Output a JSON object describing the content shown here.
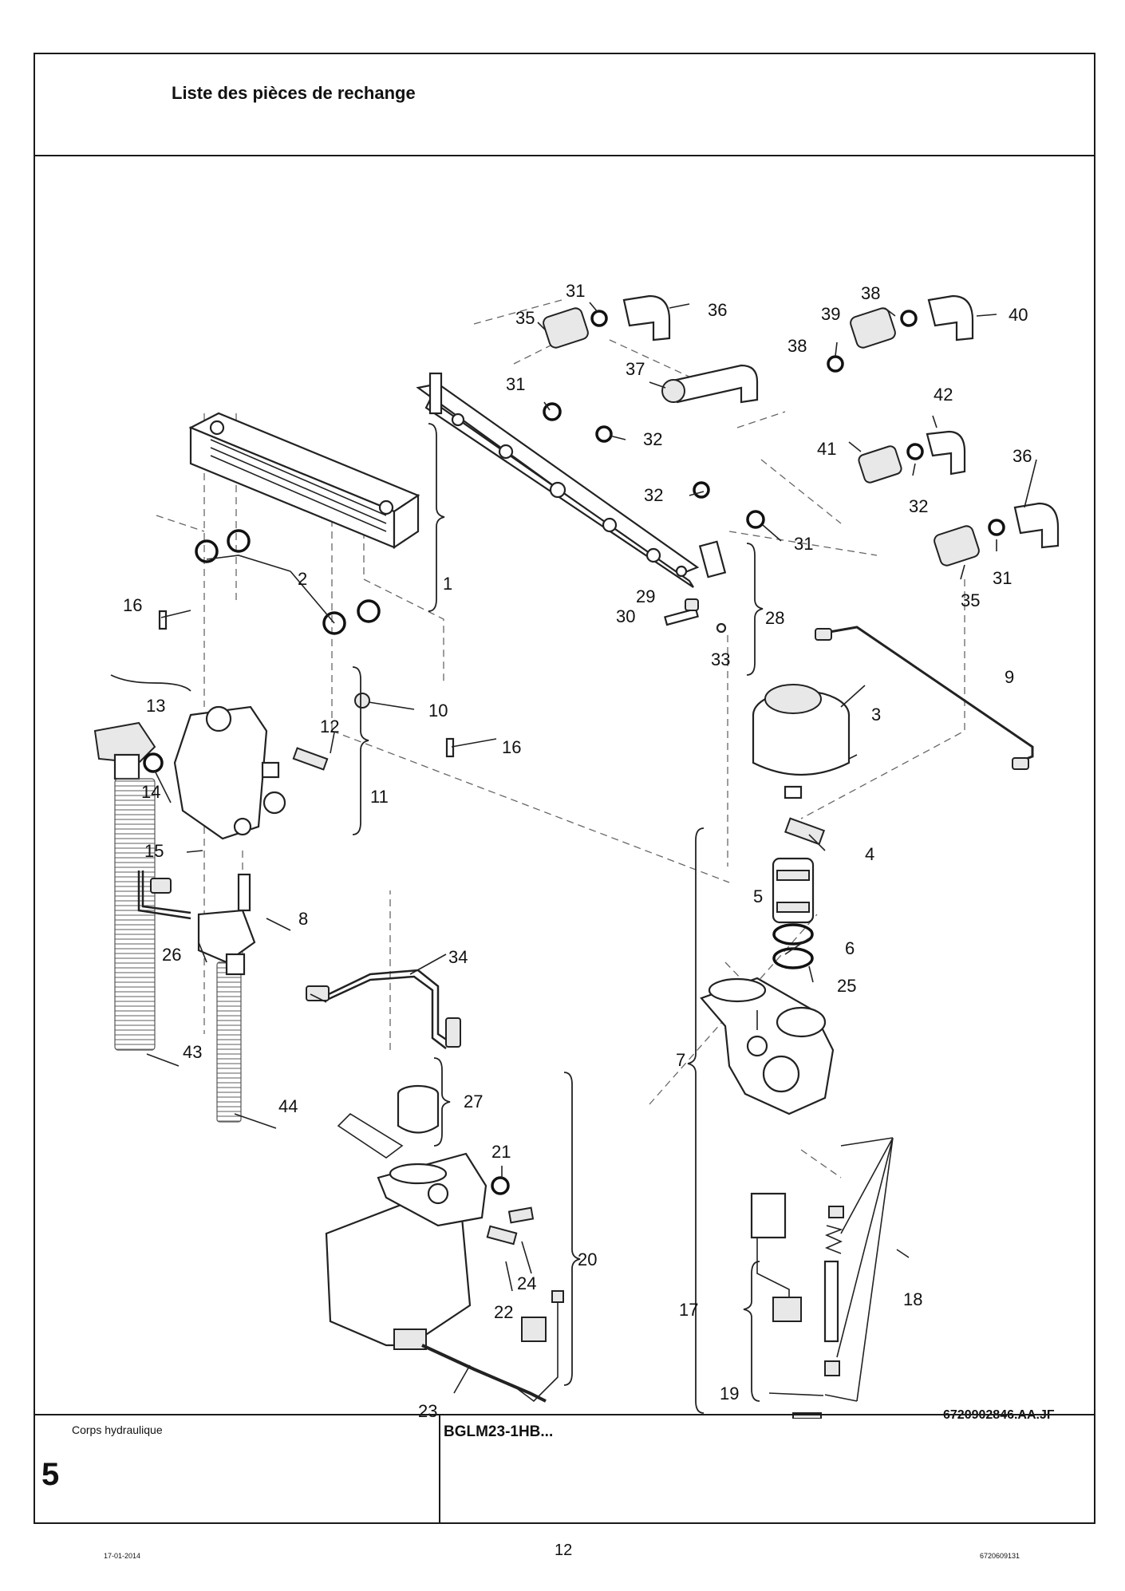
{
  "header": {
    "title": "Liste des pièces de rechange"
  },
  "diagram": {
    "drawing_ref": "6720902846.AA.JF",
    "callouts": [
      "1",
      "2",
      "3",
      "4",
      "5",
      "6",
      "7",
      "8",
      "9",
      "10",
      "11",
      "12",
      "13",
      "14",
      "15",
      "16",
      "16",
      "17",
      "18",
      "19",
      "20",
      "21",
      "22",
      "23",
      "24",
      "25",
      "26",
      "27",
      "28",
      "29",
      "30",
      "31",
      "31",
      "31",
      "31",
      "32",
      "32",
      "32",
      "33",
      "34",
      "35",
      "35",
      "36",
      "36",
      "37",
      "38",
      "38",
      "39",
      "40",
      "41",
      "42",
      "43",
      "44"
    ]
  },
  "footer": {
    "section_label": "Corps hydraulique",
    "section_number": "5",
    "model": "BGLM23-1HB..."
  },
  "page": {
    "number": "12",
    "date": "17-01-2014",
    "doc_code": "6720609131"
  }
}
